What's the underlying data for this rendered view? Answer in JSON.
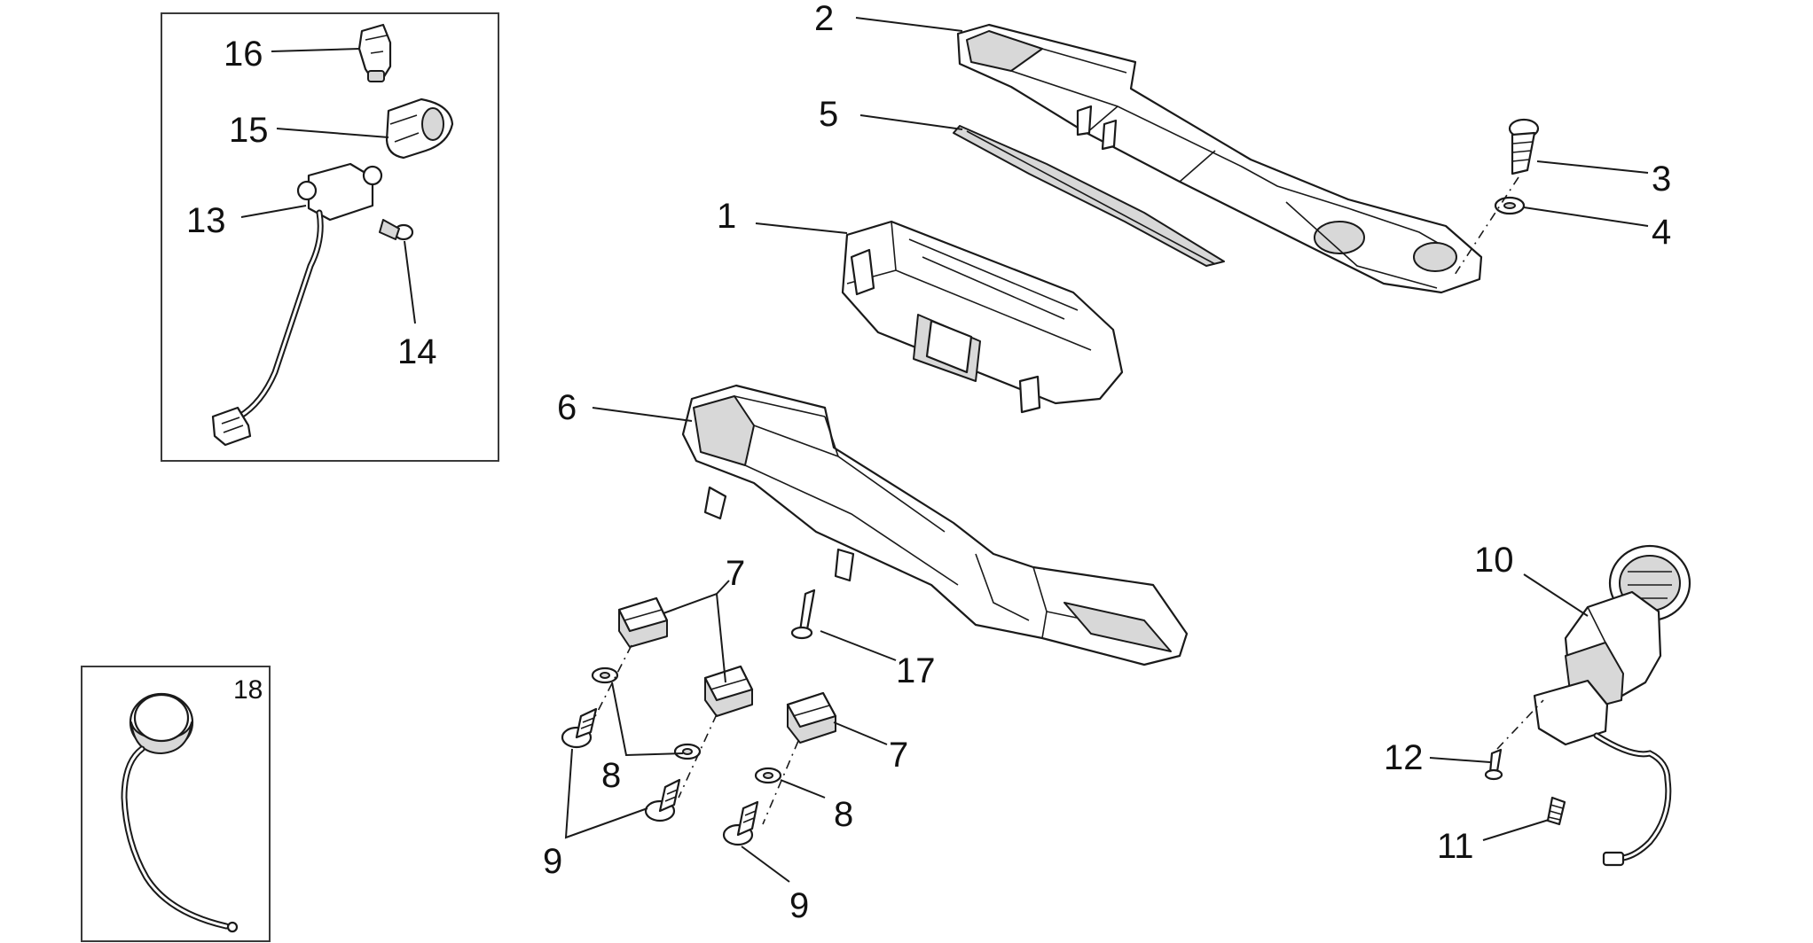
{
  "diagram": {
    "callouts": {
      "c1": "1",
      "c2": "2",
      "c3": "3",
      "c4": "4",
      "c5": "5",
      "c6": "6",
      "c7a": "7",
      "c7b": "7",
      "c8a": "8",
      "c8b": "8",
      "c9a": "9",
      "c9b": "9",
      "c10": "10",
      "c11": "11",
      "c12": "12",
      "c13": "13",
      "c14": "14",
      "c15": "15",
      "c16": "16",
      "c17": "17",
      "c18": "18"
    },
    "colors": {
      "line": "#1a1a1a",
      "fill": "#ffffff",
      "shade": "#d8d8d8"
    }
  }
}
